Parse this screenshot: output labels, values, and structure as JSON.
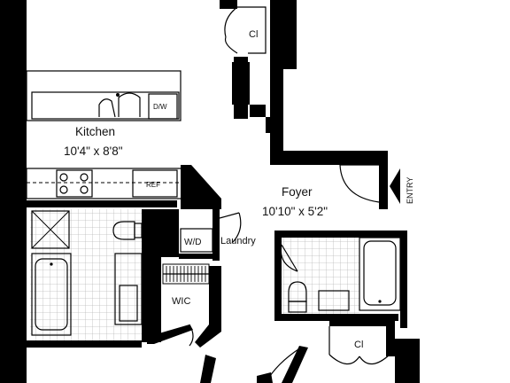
{
  "rooms": {
    "kitchen": {
      "name": "Kitchen",
      "size": "10'4\" x 8'8\""
    },
    "foyer": {
      "name": "Foyer",
      "size": "10'10\" x 5'2\""
    },
    "laundry": {
      "name": "Laundry"
    },
    "wic": {
      "name": "WIC"
    }
  },
  "fixtures": {
    "dishwasher": "D/W",
    "refrigerator": "REF",
    "washer_dryer": "W/D"
  },
  "closets": {
    "top": "Cl",
    "bottom": "Cl"
  },
  "entry": {
    "label": "ENTRY"
  }
}
